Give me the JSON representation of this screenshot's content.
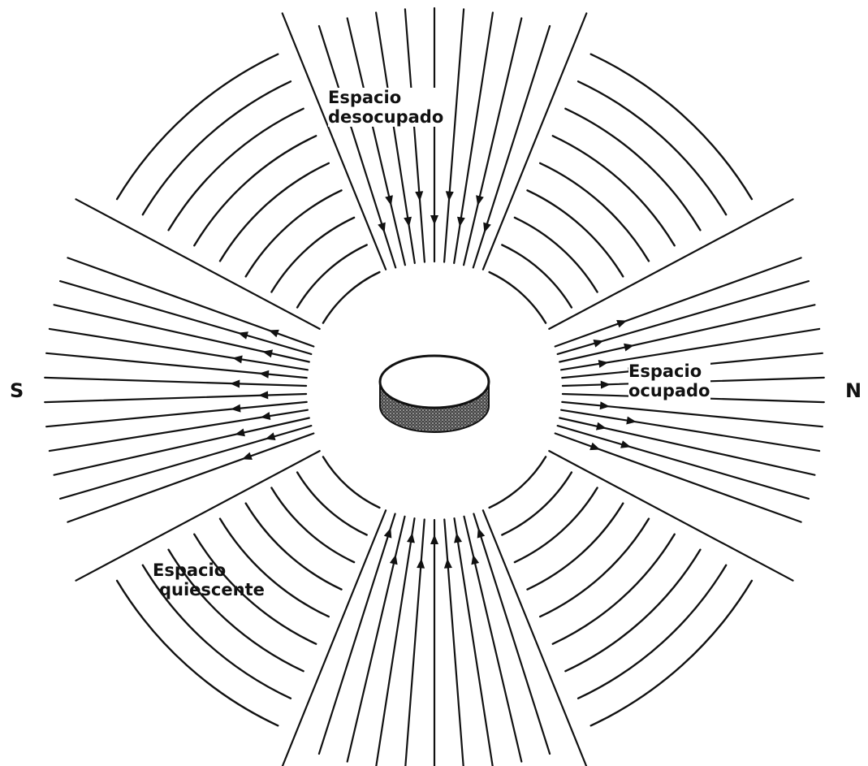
{
  "labels": {
    "unoccupied_line1": "Espacio",
    "unoccupied_line2": "desocupado",
    "occupied_line1": "Espacio",
    "occupied_line2": "ocupado",
    "quiescent_line1": "Espacio",
    "quiescent_line2": "quiescente",
    "south": "S",
    "north": "N"
  },
  "colors": {
    "ink": "#111111",
    "background": "#ffffff"
  }
}
